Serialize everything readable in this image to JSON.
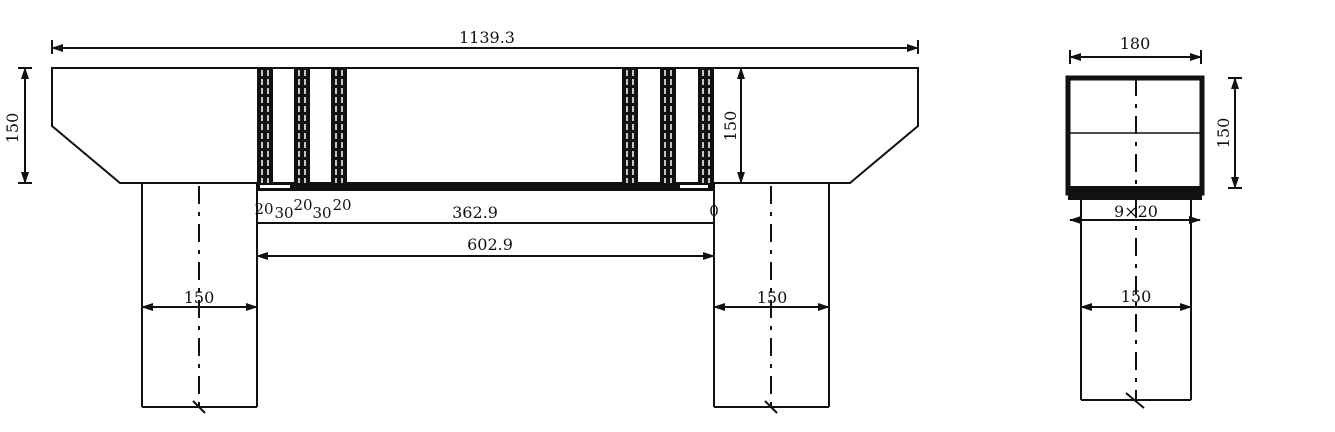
{
  "drawing": {
    "type": "bridge pier elevation and side section",
    "elevation": {
      "overall_length_label": "1139.3",
      "cap_height_left_label": "150",
      "cap_height_right_label": "150",
      "spacing_labels": [
        "20",
        "30",
        "20",
        "30",
        "20"
      ],
      "bearing_span_label": "362.9",
      "column_span_label": "602.9",
      "left_column_width_label": "150",
      "right_column_width_label": "150",
      "small_mark_label": "0"
    },
    "side_view": {
      "cap_width_label": "180",
      "cap_height_label": "150",
      "bar_spacing_label": "9×20",
      "column_width_label": "150"
    },
    "colors": {
      "line": "#111111",
      "background": "#ffffff"
    }
  }
}
